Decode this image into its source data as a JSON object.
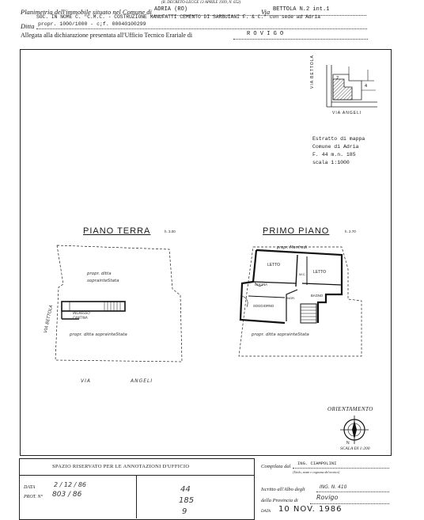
{
  "header": {
    "decree": "(R. DECRETO-LEGGE 13 APRILE 1939, N. 652)",
    "title_prefix": "Planimetria dell'immobile situato nel Comune di",
    "comune": "ADRIA (RO)",
    "via_label": "Via",
    "via_value": "BETTOLA N.2 int.1",
    "owner_line": "SOC. IN NOME C. \"C.M.C. - COSTRUZIONE MANUFATTI CEMENTO DI SARBUIANI F. & C.\" con sede ad Adria",
    "ditta_label": "Ditta",
    "ditta_value": "propr. 1000/1000 - c;f. 00040100299",
    "allegata_text": "Allegata alla dichiarazione presentata all'Ufficio Tecnico Erariale di",
    "ufficio": "R O V I G O"
  },
  "estratto": {
    "line1": "Estratto di mappa",
    "line2": "Comune di Adria",
    "line3": "F. 44 m.n. 185",
    "line4": "scala 1:1000",
    "via_bettola": "VIA BETTOLA",
    "via_angeli": "VIA ANGELI"
  },
  "plans": {
    "piano_terra": "PIANO TERRA",
    "piano_terra_h": "h. 3.00",
    "primo_piano": "PRIMO PIANO",
    "primo_piano_h": "h. 2.70",
    "propr_ditta_top": "propr. ditta soprainteStata",
    "propr_ditta_left": "propr. ditta soprainteStata",
    "propr_ditta_right": "propr. ditta soprainteStata",
    "ingresso": "INGRESSO CANTINA",
    "via_bettola": "VIA BETTOLA",
    "via": "VIA",
    "angeli": "ANGELI",
    "propr_manfredi": "propr. Manfredi",
    "rooms": [
      "LETTO",
      "LETTO",
      "W.C.",
      "CUCINA",
      "BAGNO",
      "SOGGIORNO",
      "INGR."
    ]
  },
  "orientamento": {
    "label": "ORIENTAMENTO",
    "north": "N",
    "scala": "SCALA DI 1:200"
  },
  "footer": {
    "spazio": "SPAZIO RISERVATO PER LE ANNOTAZIONI D'UFFICIO",
    "data_label": "DATA",
    "prot_label": "PROT. N°",
    "data_hand": "2 / 12 / 86",
    "prot_hand": "803 / 86",
    "fg": "44",
    "mn": "185",
    "sub": "9",
    "compilata_label": "Compilata dal",
    "compilata_value": "ING. CIAMPOLINI",
    "titolo_note": "(Titolo, nome e cognome del tecnico)",
    "iscritto_label": "Iscritto all'Albo degli",
    "iscritto_value": "ING. N. 410",
    "provincia_label": "della Provincia di",
    "provincia_value": "Rovigo",
    "data2_label": "DATA",
    "data2_value": "10 NOV. 1986"
  }
}
